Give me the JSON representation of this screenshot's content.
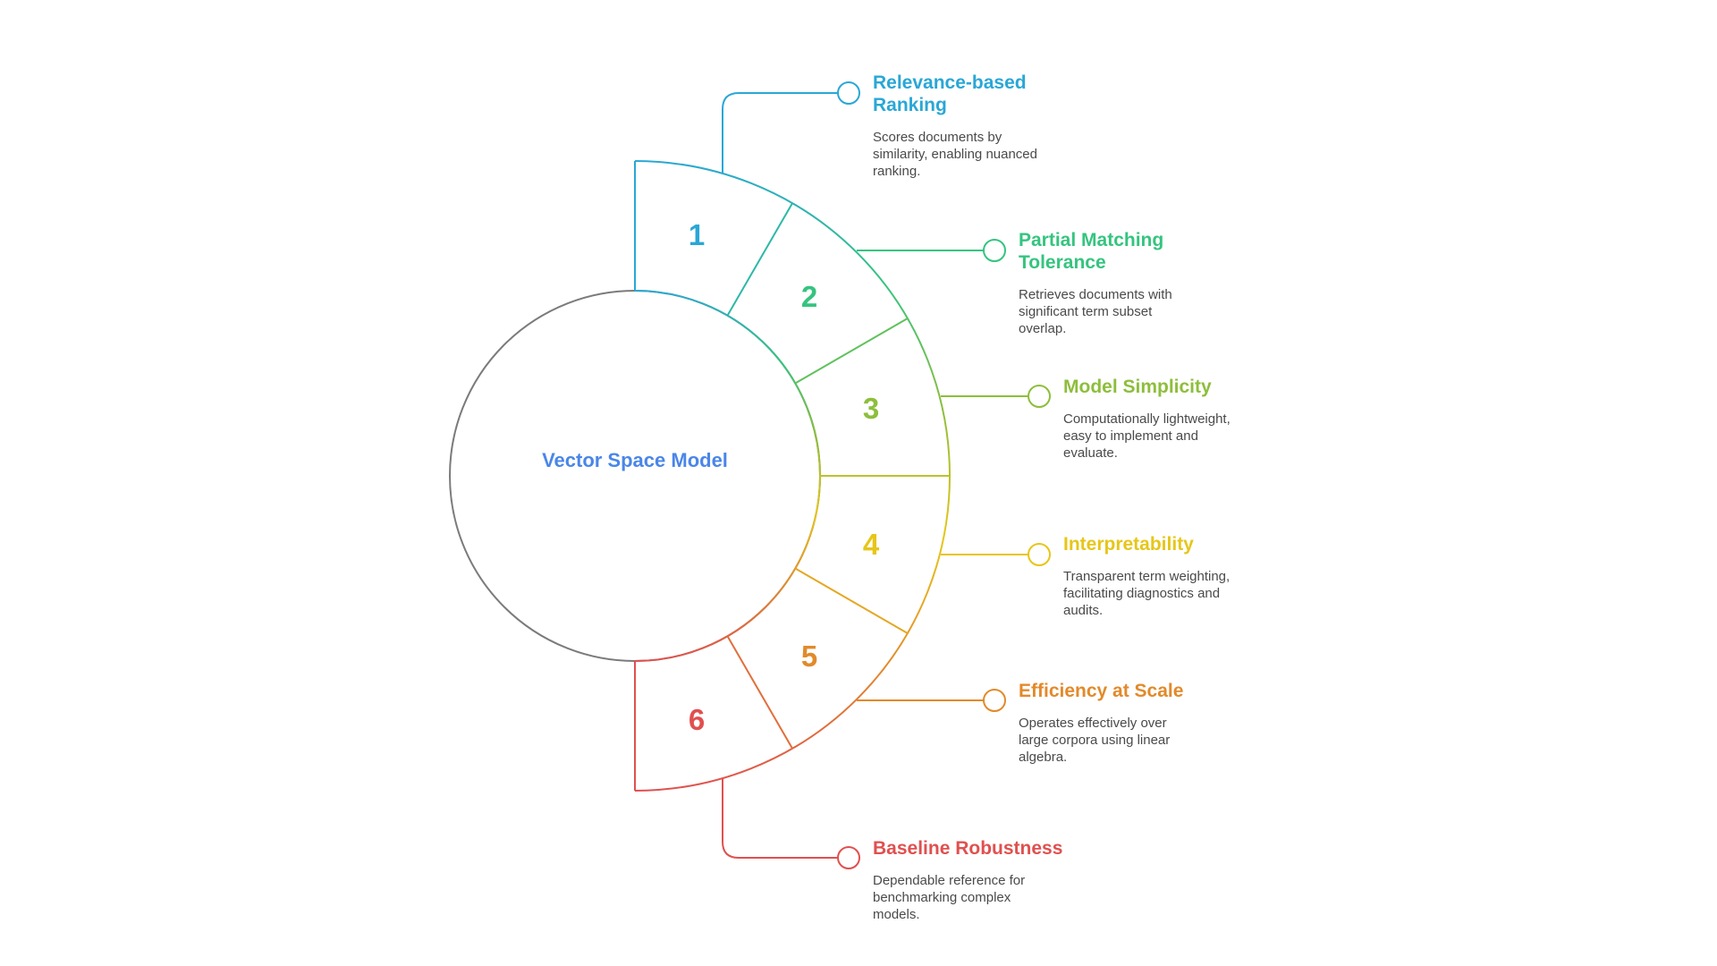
{
  "center": {
    "title": "Vector Space Model",
    "color": "#4A86E8",
    "circle_color": "#7b7b7b"
  },
  "items": [
    {
      "number": "1",
      "title": "Relevance-based Ranking",
      "description": "Scores documents by similarity, enabling nuanced ranking.",
      "color": "#2AA7D6"
    },
    {
      "number": "2",
      "title": "Partial Matching Tolerance",
      "description": "Retrieves documents with significant term subset overlap.",
      "color": "#35C47F"
    },
    {
      "number": "3",
      "title": "Model Simplicity",
      "description": "Computationally lightweight, easy to implement and evaluate.",
      "color": "#8DBE3C"
    },
    {
      "number": "4",
      "title": "Interpretability",
      "description": "Transparent term weighting, facilitating diagnostics and audits.",
      "color": "#E6C619"
    },
    {
      "number": "5",
      "title": "Efficiency at Scale",
      "description": "Operates effectively over large corpora using linear algebra.",
      "color": "#E28A2B"
    },
    {
      "number": "6",
      "title": "Baseline Robustness",
      "description": "Dependable reference for benchmarking complex models.",
      "color": "#E0504F"
    }
  ]
}
